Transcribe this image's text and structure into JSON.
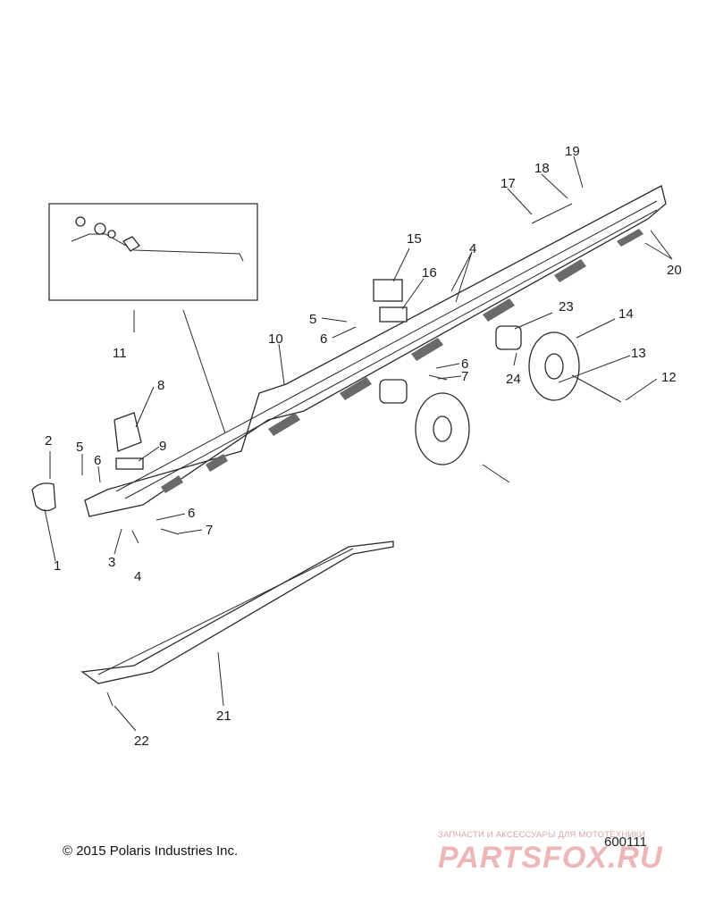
{
  "callouts": [
    "1",
    "2",
    "3",
    "4",
    "4",
    "5",
    "5",
    "6",
    "6",
    "6",
    "6",
    "7",
    "7",
    "8",
    "9",
    "10",
    "11",
    "12",
    "13",
    "14",
    "15",
    "16",
    "17",
    "18",
    "19",
    "20",
    "21",
    "22",
    "23",
    "24"
  ],
  "footer": {
    "copyright": "© 2015 Polaris Industries Inc.",
    "drawing_number": "600111"
  },
  "watermark": {
    "caption": "ЗАПЧАСТИ И АКСЕССУАРЫ ДЛЯ МОТОТЕХНИКИ",
    "logo": "PARTSFOX.RU"
  }
}
